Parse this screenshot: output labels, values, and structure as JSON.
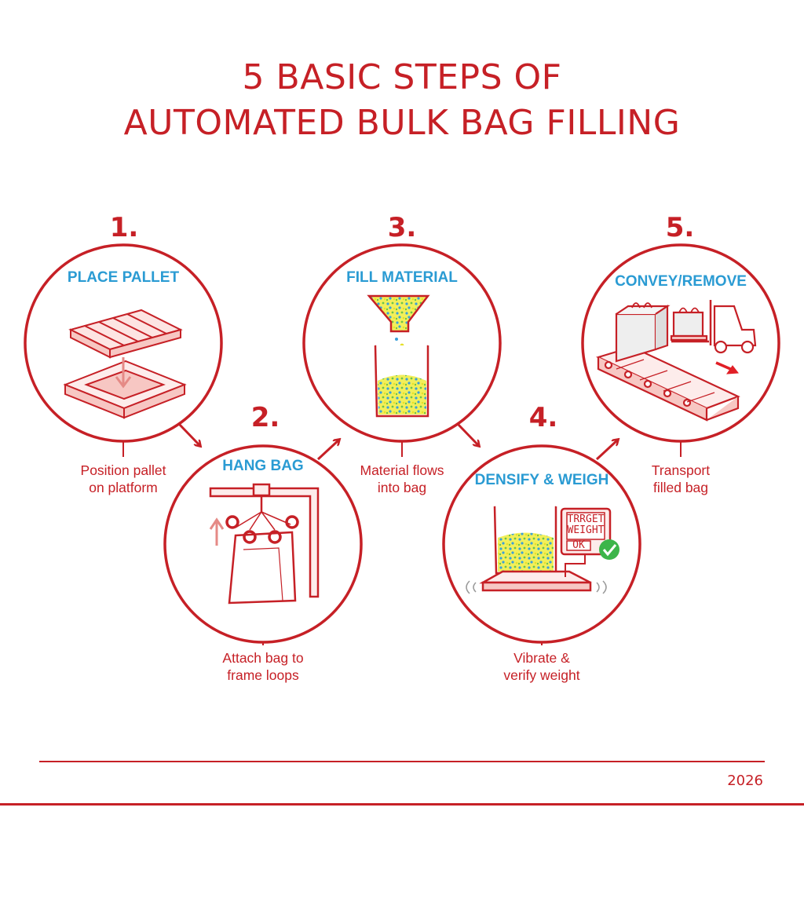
{
  "title": {
    "line1": "5 BASIC STEPS OF",
    "line2": "AUTOMATED BULK BAG FILLING"
  },
  "steps": [
    {
      "number": "1.",
      "title": "PLACE PALLET",
      "desc": [
        "Position pallet",
        "on platform"
      ],
      "icon": "pallet-icon"
    },
    {
      "number": "2.",
      "title": "HANG BAG",
      "desc": [
        "Attach bag to",
        "frame loops"
      ],
      "icon": "hanging-bag-icon"
    },
    {
      "number": "3.",
      "title": "FILL MATERIAL",
      "desc": [
        "Material flows",
        "into bag"
      ],
      "icon": "hopper-fill-icon"
    },
    {
      "number": "4.",
      "title": "DENSIFY & WEIGH",
      "desc": [
        "Vibrate &",
        "verify weight"
      ],
      "icon": "scale-icon"
    },
    {
      "number": "5.",
      "title": "CONVEY/REMOVE",
      "desc": [
        "Transport",
        "filled bag"
      ],
      "icon": "conveyor-forklift-icon"
    }
  ],
  "scale_display": {
    "line1": "TRRGET",
    "line2": "WEIGHT",
    "line3": "OK"
  },
  "footer": {
    "year": "2026"
  },
  "colors": {
    "accent": "#c62026",
    "step_title": "#2a9bd3",
    "material_yellow": "#e6e02a",
    "material_blue": "#3aa0d8",
    "check_green": "#3cb54a"
  }
}
